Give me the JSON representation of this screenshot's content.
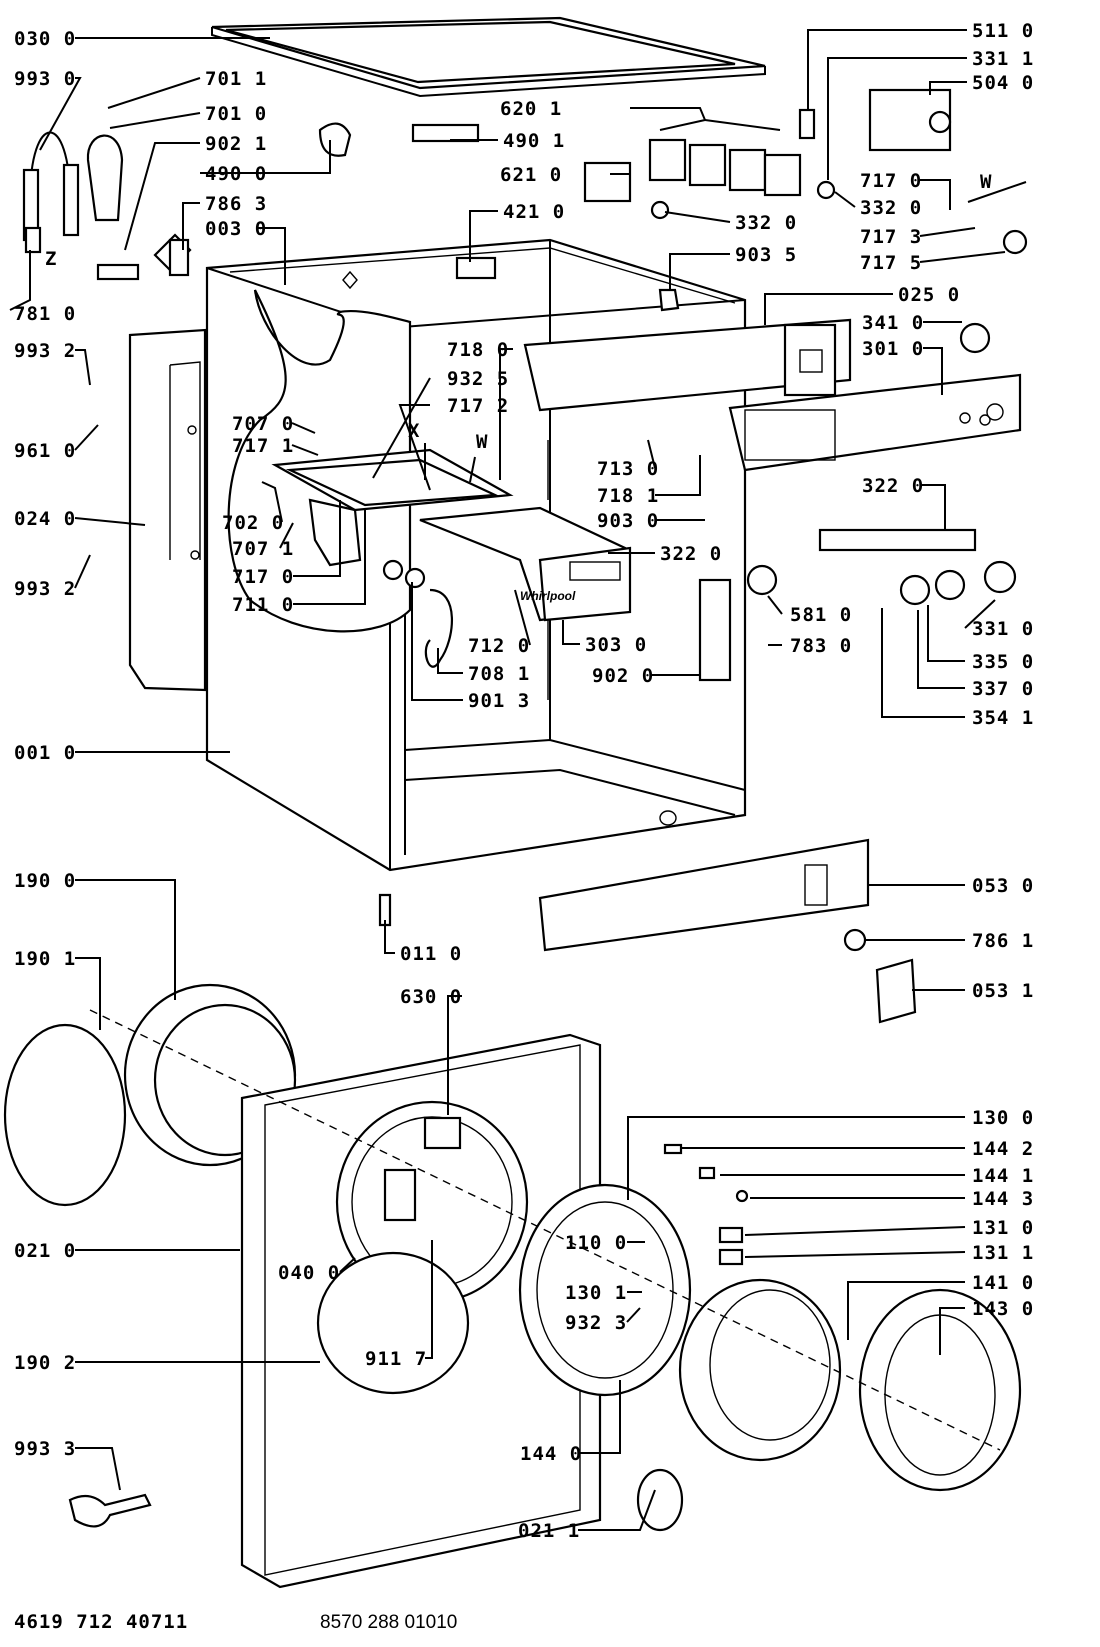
{
  "diagram": {
    "brand_text": "Whirlpool",
    "letters": {
      "z": "Z",
      "x": "X",
      "w1": "W",
      "w2": "W"
    },
    "labels": {
      "l_030_0": "030 0",
      "l_993_0": "993 0",
      "l_701_1": "701 1",
      "l_701_0": "701 0",
      "l_902_1": "902 1",
      "l_490_0": "490 0",
      "l_786_3": "786 3",
      "l_003_0": "003 0",
      "l_781_0": "781 0",
      "l_993_2a": "993 2",
      "l_961_0": "961 0",
      "l_024_0": "024 0",
      "l_993_2b": "993 2",
      "l_001_0": "001 0",
      "l_707_0": "707 0",
      "l_717_1": "717 1",
      "l_702_0": "702 0",
      "l_707_1": "707 1",
      "l_717_0a": "717 0",
      "l_711_0": "711 0",
      "l_718_0": "718 0",
      "l_932_5": "932 5",
      "l_717_2": "717 2",
      "l_712_0": "712 0",
      "l_708_1": "708 1",
      "l_901_3": "901 3",
      "l_303_0": "303 0",
      "l_322_0a": "322 0",
      "l_421_0": "421 0",
      "l_490_1": "490 1",
      "l_620_1": "620 1",
      "l_621_0": "621 0",
      "l_332_0a": "332 0",
      "l_903_5": "903 5",
      "l_511_0": "511 0",
      "l_331_1": "331 1",
      "l_504_0": "504 0",
      "l_717_0b": "717 0",
      "l_332_0b": "332 0",
      "l_717_3": "717 3",
      "l_717_5": "717 5",
      "l_025_0": "025 0",
      "l_341_0": "341 0",
      "l_301_0": "301 0",
      "l_713_0": "713 0",
      "l_718_1": "718 1",
      "l_903_0": "903 0",
      "l_322_0b": "322 0",
      "l_581_0": "581 0",
      "l_783_0": "783 0",
      "l_902_0": "902 0",
      "l_331_0": "331 0",
      "l_335_0": "335 0",
      "l_337_0": "337 0",
      "l_354_1": "354 1",
      "l_190_0": "190 0",
      "l_190_1": "190 1",
      "l_011_0": "011 0",
      "l_053_0": "053 0",
      "l_786_1": "786 1",
      "l_053_1": "053 1",
      "l_630_0": "630 0",
      "l_130_0": "130 0",
      "l_144_2": "144 2",
      "l_144_1": "144 1",
      "l_144_3": "144 3",
      "l_131_0": "131 0",
      "l_131_1": "131 1",
      "l_141_0": "141 0",
      "l_143_0": "143 0",
      "l_021_0": "021 0",
      "l_040_0": "040 0",
      "l_110_0": "110 0",
      "l_130_1": "130 1",
      "l_932_3": "932 3",
      "l_190_2": "190 2",
      "l_911_7": "911 7",
      "l_144_0": "144 0",
      "l_993_3": "993 3",
      "l_021_1": "021 1"
    },
    "footer": {
      "left_code": "4619 712 40711",
      "center_code": "8570 288 01010"
    }
  }
}
